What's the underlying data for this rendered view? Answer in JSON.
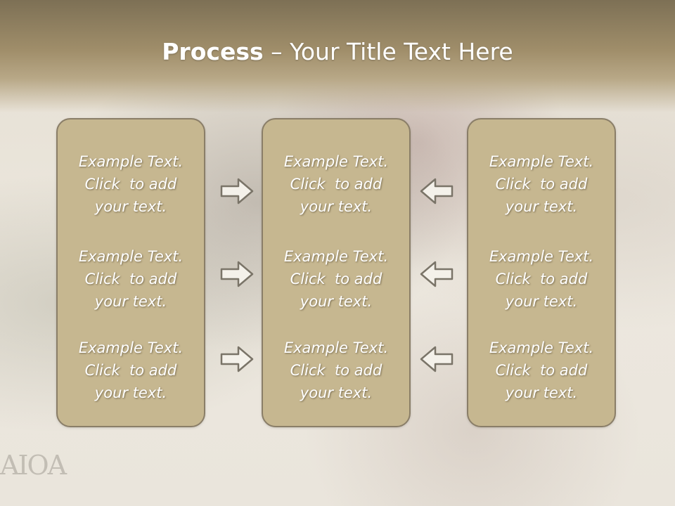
{
  "slide": {
    "title_bold": "Process",
    "title_rest": " – Your Title Text Here"
  },
  "columns": [
    {
      "items": [
        {
          "line1": "Example Text.",
          "line2": "Click  to add",
          "line3": "your text."
        },
        {
          "line1": "Example Text.",
          "line2": "Click  to add",
          "line3": "your text."
        },
        {
          "line1": "Example Text.",
          "line2": "Click  to add",
          "line3": "your text."
        }
      ]
    },
    {
      "items": [
        {
          "line1": "Example Text.",
          "line2": "Click  to add",
          "line3": "your text."
        },
        {
          "line1": "Example Text.",
          "line2": "Click  to add",
          "line3": "your text."
        },
        {
          "line1": "Example Text.",
          "line2": "Click  to add",
          "line3": "your text."
        }
      ]
    },
    {
      "items": [
        {
          "line1": "Example Text.",
          "line2": "Click  to add",
          "line3": "your text."
        },
        {
          "line1": "Example Text.",
          "line2": "Click  to add",
          "line3": "your text."
        },
        {
          "line1": "Example Text.",
          "line2": "Click  to add",
          "line3": "your text."
        }
      ]
    }
  ],
  "arrows": {
    "left_group": "arrow-right-icon",
    "right_group": "arrow-left-icon"
  },
  "colors": {
    "box_fill": "#c6b790",
    "box_border": "#8a7e68",
    "header": "#a08e6a",
    "text": "#ffffff"
  }
}
